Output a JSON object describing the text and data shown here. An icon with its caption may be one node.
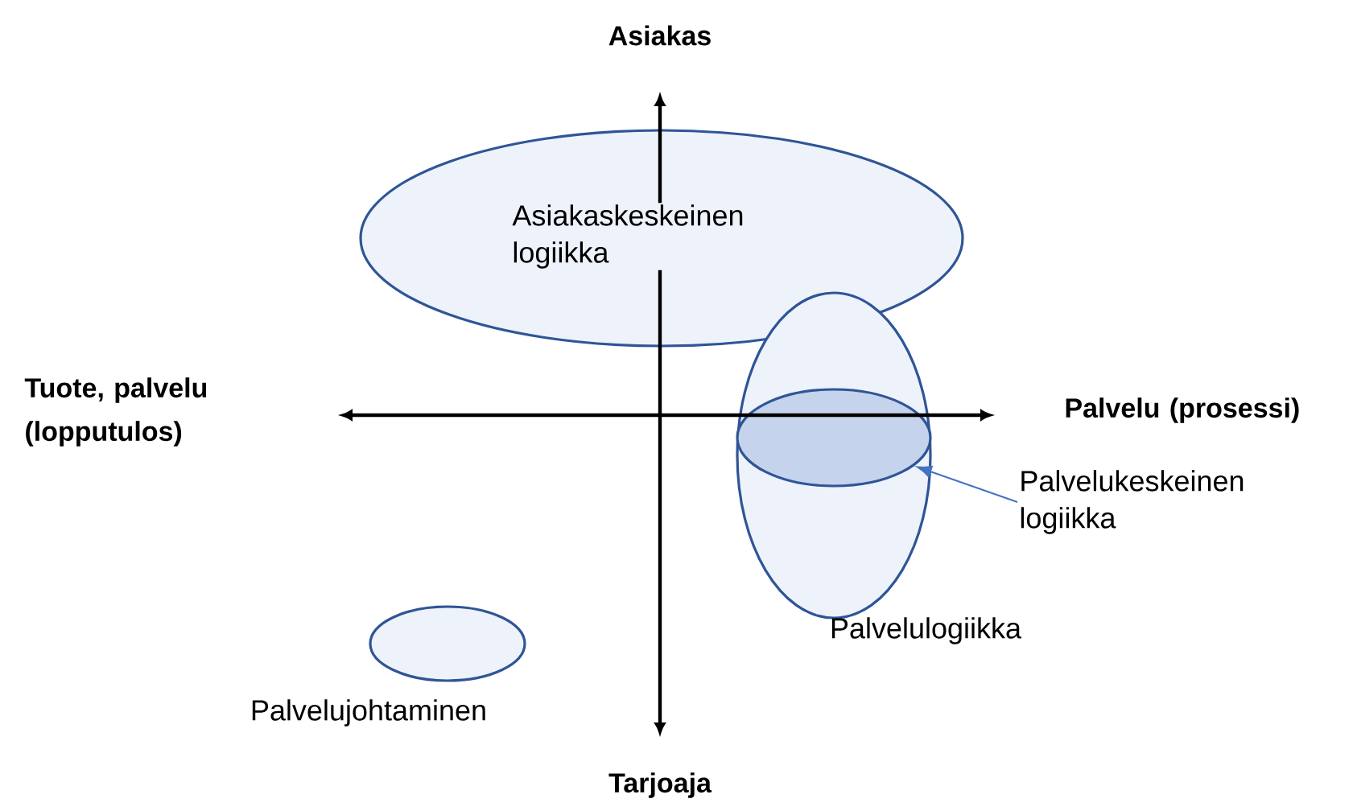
{
  "diagram": {
    "nodes": [
      {
        "text": [
          "Asiakaskeskeinen logiikka"
        ]
      },
      {
        "text": [
          "Palvelulogiikka"
        ]
      },
      {
        "text": [],
        "shape": "ellipse",
        "in": 1
      },
      {
        "text": [
          "Palvelukeskeinen logiikka"
        ]
      },
      {
        "text": [
          "Palvelujohtaminen"
        ]
      }
    ],
    "edges": [
      {
        "from": 3,
        "to": 2,
        "arrow": "to",
        "color": "#4472c4"
      }
    ],
    "labels": [
      "Asiakas",
      "Tuote, palvelu (lopputulos)",
      "Palvelu (prosessi)",
      "Tarjoaja"
    ]
  }
}
